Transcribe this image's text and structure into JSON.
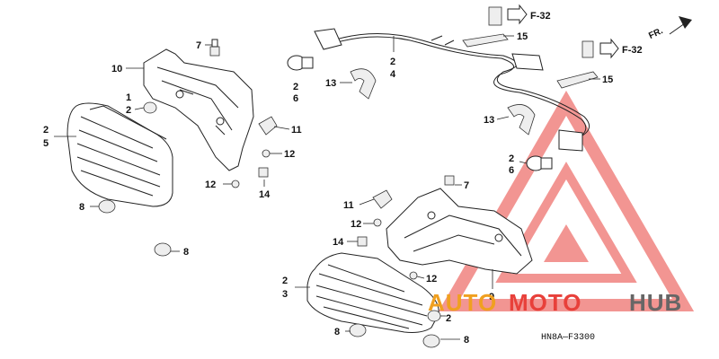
{
  "labels": {
    "p1": "1",
    "p2a": "2",
    "p10": "10",
    "p7a": "7",
    "p2b": "2",
    "p5": "5",
    "p2c": "2",
    "p6a": "6",
    "p11a": "11",
    "p12a": "12",
    "p13a": "13",
    "p2d": "2",
    "p4": "4",
    "p14a": "14",
    "p12b": "12",
    "p8a": "8",
    "p8b": "8",
    "p15a": "15",
    "p15b": "15",
    "p13b": "13",
    "p2e": "2",
    "p6b": "6",
    "p11b": "11",
    "p7b": "7",
    "p12c": "12",
    "p14b": "14",
    "p12d": "12",
    "p2f": "2",
    "p3": "3",
    "p9": "9",
    "p2g": "2",
    "p8c": "8",
    "p8d": "8"
  },
  "references": {
    "f32a": "F-32",
    "f32b": "F-32",
    "fr": "FR."
  },
  "diagram_code": "HN8A—F3300",
  "watermark": {
    "brand_a": "AUTO",
    "brand_b": "MOTO",
    "brand_c": "HUB",
    "color_red": "#e8403a",
    "color_orange": "#f0a020",
    "color_gray": "#666666"
  }
}
